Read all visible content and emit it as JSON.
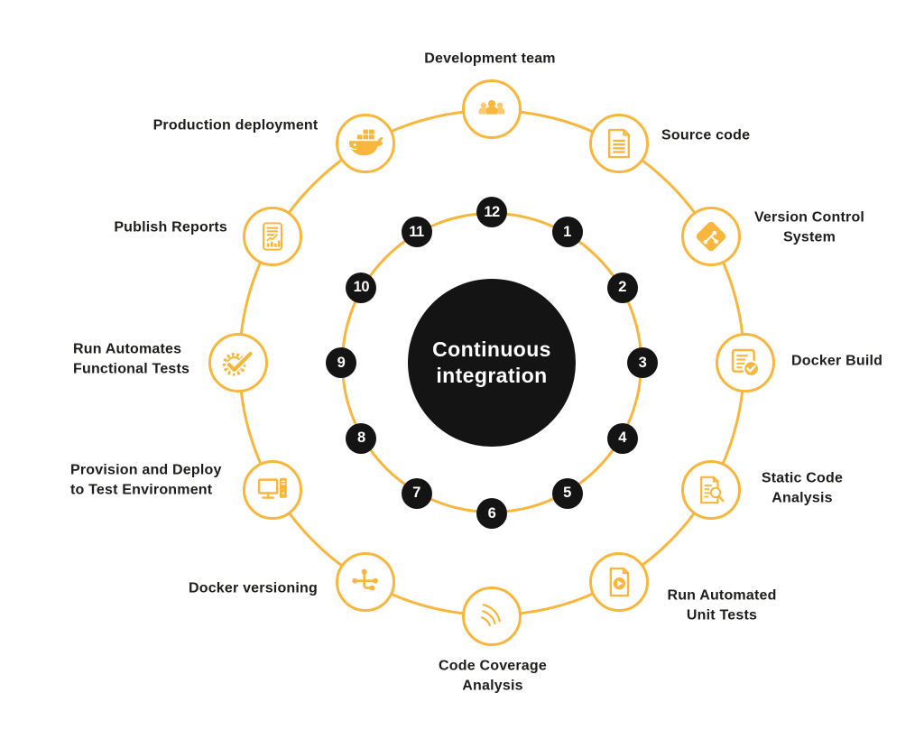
{
  "diagram": {
    "title": "Continuous integration",
    "center_line1": "Continuous",
    "center_line2": "integration",
    "colors": {
      "accent": "#F8B63C",
      "badge_bg": "#141414",
      "center_bg": "#141414",
      "label": "#1D1D1B",
      "background": "#FFFFFF"
    },
    "steps": [
      {
        "number": "1",
        "label_lines": [
          "Source code"
        ],
        "icon": "source-code-icon"
      },
      {
        "number": "2",
        "label_lines": [
          "Version Control",
          "System"
        ],
        "icon": "git-icon"
      },
      {
        "number": "3",
        "label_lines": [
          "Docker Build"
        ],
        "icon": "docker-build-icon"
      },
      {
        "number": "4",
        "label_lines": [
          "Static Code",
          "Analysis"
        ],
        "icon": "static-analysis-icon"
      },
      {
        "number": "5",
        "label_lines": [
          "Run Automated",
          "Unit Tests"
        ],
        "icon": "unit-tests-icon"
      },
      {
        "number": "6",
        "label_lines": [
          "Code Coverage",
          "Analysis"
        ],
        "icon": "coverage-icon"
      },
      {
        "number": "7",
        "label_lines": [
          "Docker versioning"
        ],
        "icon": "versioning-icon"
      },
      {
        "number": "8",
        "label_lines": [
          "Provision and Deploy",
          "to Test Environment"
        ],
        "icon": "computer-icon"
      },
      {
        "number": "9",
        "label_lines": [
          "Run Automates",
          "Functional Tests"
        ],
        "icon": "gear-check-icon"
      },
      {
        "number": "10",
        "label_lines": [
          "Publish Reports"
        ],
        "icon": "report-icon"
      },
      {
        "number": "11",
        "label_lines": [
          "Production deployment"
        ],
        "icon": "docker-whale-icon"
      },
      {
        "number": "12",
        "label_lines": [
          "Development team"
        ],
        "icon": "team-icon"
      }
    ]
  }
}
